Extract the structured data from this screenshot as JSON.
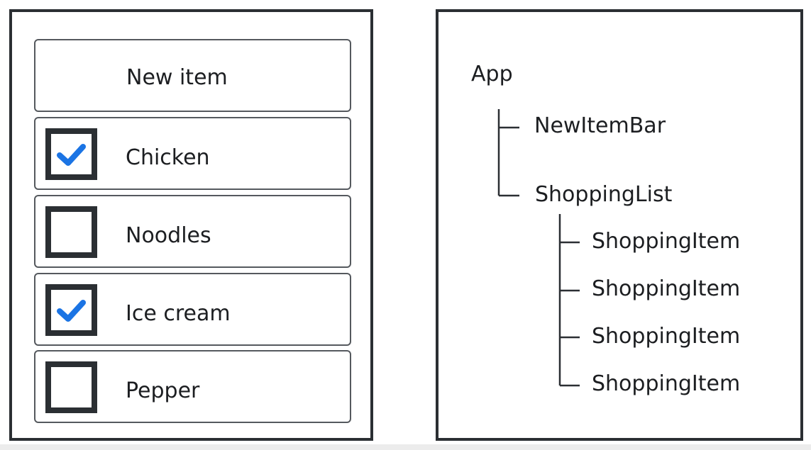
{
  "list_ui": {
    "new_item_label": "New item",
    "items": [
      {
        "label": "Chicken",
        "checked": true
      },
      {
        "label": "Noodles",
        "checked": false
      },
      {
        "label": "Ice cream",
        "checked": true
      },
      {
        "label": "Pepper",
        "checked": false
      }
    ]
  },
  "component_tree": {
    "root": "App",
    "children": [
      {
        "name": "NewItemBar",
        "children": []
      },
      {
        "name": "ShoppingList",
        "children": [
          "ShoppingItem",
          "ShoppingItem",
          "ShoppingItem",
          "ShoppingItem"
        ]
      }
    ]
  },
  "colors": {
    "check_accent": "#1b74e4",
    "border_dark": "#2b2f33"
  }
}
